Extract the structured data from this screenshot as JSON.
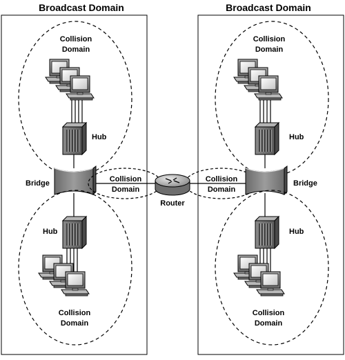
{
  "left_panel": {
    "title": "Broadcast Domain",
    "top_collision": [
      "Collision",
      "Domain"
    ],
    "top_hub": "Hub",
    "bridge": "Bridge",
    "bottom_hub": "Hub",
    "bottom_collision": [
      "Collision",
      "Domain"
    ]
  },
  "right_panel": {
    "title": "Broadcast Domain",
    "top_collision": [
      "Collision",
      "Domain"
    ],
    "top_hub": "Hub",
    "bridge": "Bridge",
    "bottom_hub": "Hub",
    "bottom_collision": [
      "Collision",
      "Domain"
    ]
  },
  "left_link_collision": [
    "Collision",
    "Domain"
  ],
  "right_link_collision": [
    "Collision",
    "Domain"
  ],
  "router": "Router",
  "icons": [
    "pc-icon",
    "hub-icon",
    "bridge-icon",
    "router-icon"
  ]
}
